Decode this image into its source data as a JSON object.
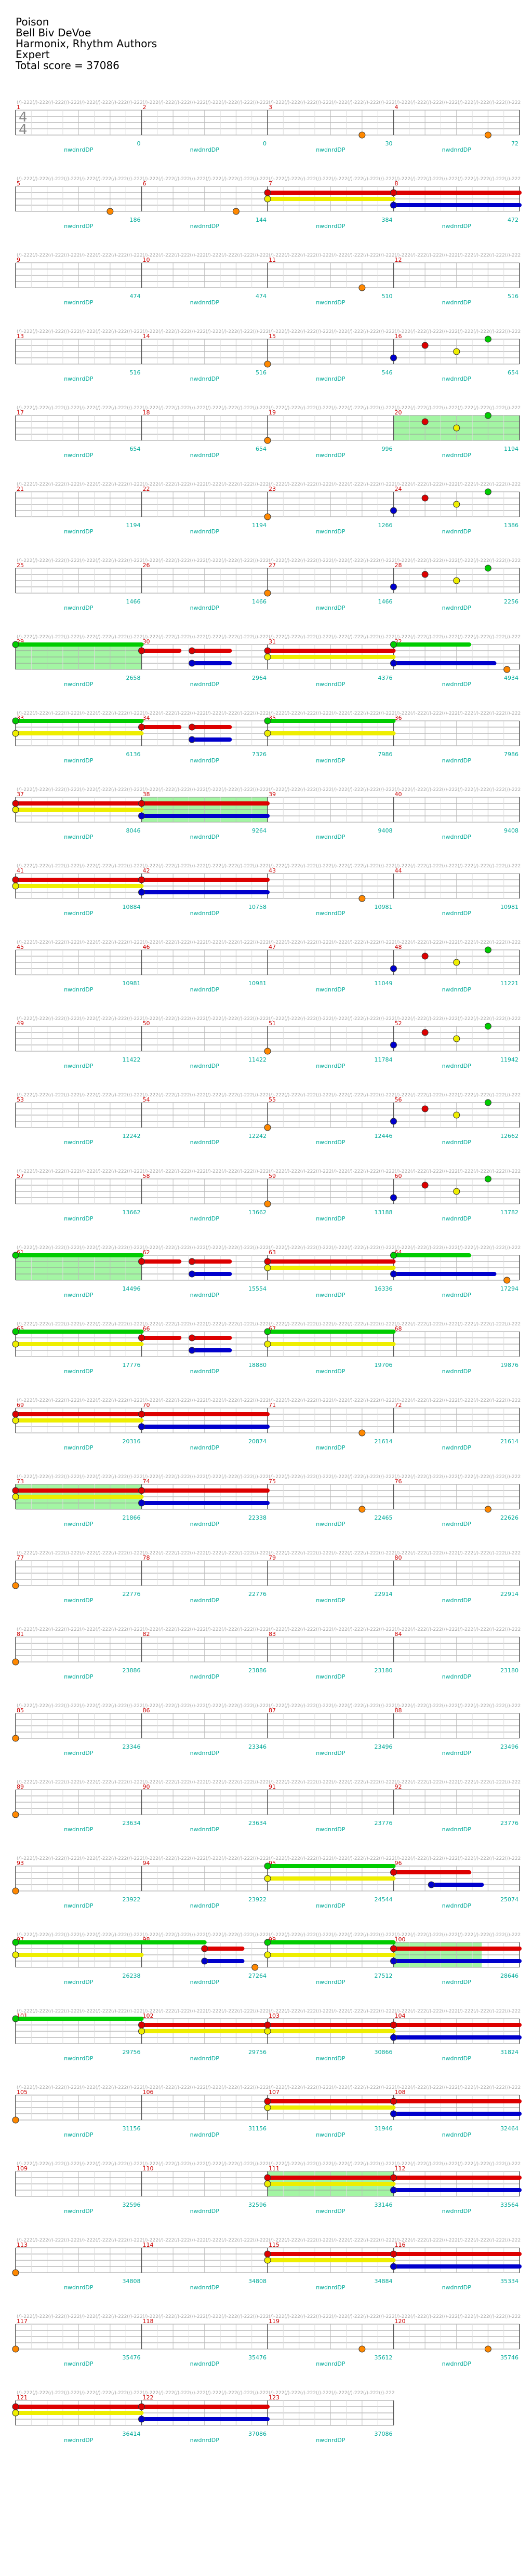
{
  "song": {
    "title": "Poison",
    "artist": "Bell Biv DeVoe",
    "charters": "Harmonix, Rhythm Authors",
    "difficulty": "Expert",
    "total_score_label": "Total score = 37086"
  },
  "time_signature": {
    "top": "4",
    "bottom": "4"
  },
  "section_label": "(∕)-222",
  "score_label": "nwdnrdDP",
  "colors": {
    "green": "#00cc00",
    "red": "#dd0000",
    "yellow": "#eeee00",
    "blue": "#0000cc",
    "orange": "#ff8800",
    "starpower": "#66ee66",
    "measure_num": "#cc0000",
    "score": "#00aa99",
    "staff": "#999999"
  },
  "rows": [
    {
      "measures": [
        1,
        2,
        3,
        4
      ],
      "scores": [
        "0",
        "0",
        "30",
        "72"
      ]
    },
    {
      "measures": [
        5,
        6,
        7,
        8
      ],
      "scores": [
        "186",
        "144",
        "384",
        "472"
      ]
    },
    {
      "measures": [
        9,
        10,
        11,
        12
      ],
      "scores": [
        "474",
        "474",
        "510",
        "516"
      ]
    },
    {
      "measures": [
        13,
        14,
        15,
        16
      ],
      "scores": [
        "516",
        "516",
        "546",
        "654"
      ]
    },
    {
      "measures": [
        17,
        18,
        19,
        20
      ],
      "scores": [
        "654",
        "654",
        "996",
        "1194"
      ]
    },
    {
      "measures": [
        21,
        22,
        23,
        24
      ],
      "scores": [
        "1194",
        "1194",
        "1266",
        "1386"
      ]
    },
    {
      "measures": [
        25,
        26,
        27,
        28
      ],
      "scores": [
        "1466",
        "1466",
        "1466",
        "2256"
      ]
    },
    {
      "measures": [
        29,
        30,
        31,
        32
      ],
      "scores": [
        "2658",
        "2964",
        "4376",
        "4934"
      ]
    },
    {
      "measures": [
        33,
        34,
        35,
        36
      ],
      "scores": [
        "6136",
        "7326",
        "7986",
        "7986"
      ]
    },
    {
      "measures": [
        37,
        38,
        39,
        40
      ],
      "scores": [
        "8046",
        "9264",
        "9408",
        "9408"
      ]
    },
    {
      "measures": [
        41,
        42,
        43,
        44
      ],
      "scores": [
        "10884",
        "10758",
        "10981",
        "10981"
      ]
    },
    {
      "measures": [
        45,
        46,
        47,
        48
      ],
      "scores": [
        "10981",
        "10981",
        "11049",
        "11221"
      ]
    },
    {
      "measures": [
        49,
        50,
        51,
        52
      ],
      "scores": [
        "11422",
        "11422",
        "11784",
        "11942"
      ]
    },
    {
      "measures": [
        53,
        54,
        55,
        56
      ],
      "scores": [
        "12242",
        "12242",
        "12446",
        "12662"
      ]
    },
    {
      "measures": [
        57,
        58,
        59,
        60
      ],
      "scores": [
        "13662",
        "13662",
        "13188",
        "13782"
      ]
    },
    {
      "measures": [
        61,
        62,
        63,
        64
      ],
      "scores": [
        "14496",
        "15554",
        "16336",
        "17294"
      ]
    },
    {
      "measures": [
        65,
        66,
        67,
        68
      ],
      "scores": [
        "17776",
        "18880",
        "19706",
        "19876"
      ]
    },
    {
      "measures": [
        69,
        70,
        71,
        72
      ],
      "scores": [
        "20316",
        "20874",
        "21614",
        "21614"
      ]
    },
    {
      "measures": [
        73,
        74,
        75,
        76
      ],
      "scores": [
        "21866",
        "22338",
        "22465",
        "22626"
      ]
    },
    {
      "measures": [
        77,
        78,
        79,
        80
      ],
      "scores": [
        "22776",
        "22776",
        "22914",
        "22914"
      ]
    },
    {
      "measures": [
        81,
        82,
        83,
        84
      ],
      "scores": [
        "23886",
        "23886",
        "23180",
        "23180"
      ]
    },
    {
      "measures": [
        85,
        86,
        87,
        88
      ],
      "scores": [
        "23346",
        "23346",
        "23496",
        "23496"
      ]
    },
    {
      "measures": [
        89,
        90,
        91,
        92
      ],
      "scores": [
        "23634",
        "23634",
        "23776",
        "23776"
      ]
    },
    {
      "measures": [
        93,
        94,
        95,
        96
      ],
      "scores": [
        "23922",
        "23922",
        "24544",
        "25074"
      ]
    },
    {
      "measures": [
        97,
        98,
        99,
        100
      ],
      "scores": [
        "26238",
        "27264",
        "27512",
        "28646"
      ]
    },
    {
      "measures": [
        101,
        102,
        103,
        104
      ],
      "scores": [
        "29756",
        "29756",
        "30866",
        "31824"
      ]
    },
    {
      "measures": [
        105,
        106,
        107,
        108
      ],
      "scores": [
        "31156",
        "31156",
        "31946",
        "32464"
      ]
    },
    {
      "measures": [
        109,
        110,
        111,
        112
      ],
      "scores": [
        "32596",
        "32596",
        "33146",
        "33564"
      ]
    },
    {
      "measures": [
        113,
        114,
        115,
        116
      ],
      "scores": [
        "34808",
        "34808",
        "34884",
        "35334"
      ]
    },
    {
      "measures": [
        117,
        118,
        119,
        120
      ],
      "scores": [
        "35476",
        "35476",
        "35612",
        "35746"
      ]
    },
    {
      "measures": [
        121,
        122,
        123
      ],
      "scores": [
        "36414",
        "37086",
        "37086"
      ]
    }
  ]
}
